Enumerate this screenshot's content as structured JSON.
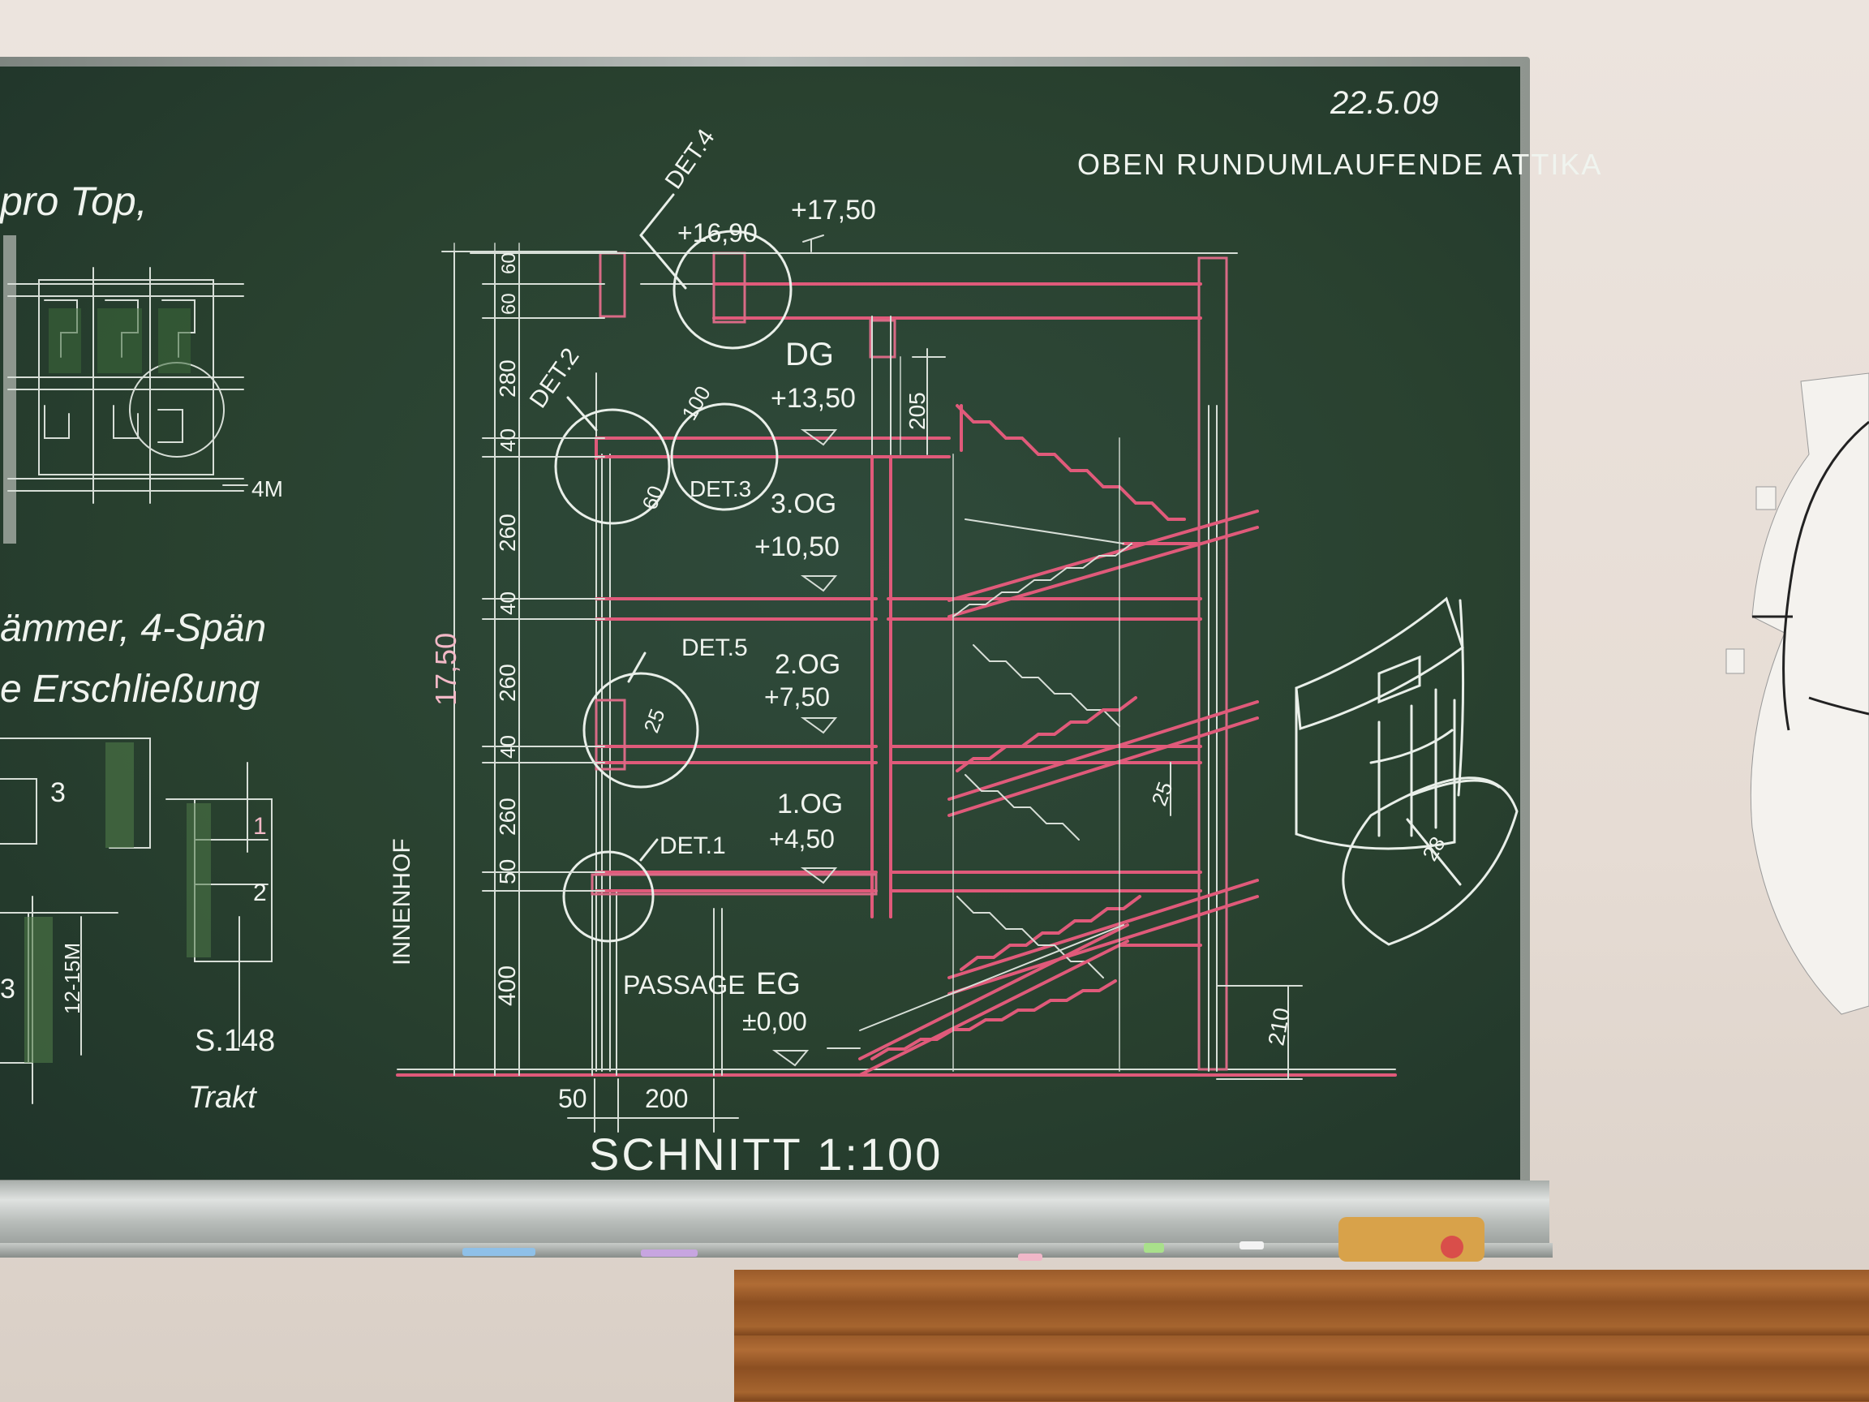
{
  "date": "22.5.09",
  "header_note": "OBEN RUNDUMLAUFENDE ATTIKA",
  "title": "SCHNITT 1:100",
  "left_notes": {
    "line1": "pro Top,",
    "line2": "ämmer, 4-Spän",
    "line3": "e Erschließung",
    "page_ref": "S.148",
    "trakt": "Trakt",
    "scale_4m": "4M",
    "range": "12-15M",
    "room3a": "3",
    "room3b": "3",
    "room1": "1",
    "room2": "2"
  },
  "levels": {
    "top": "+17,50",
    "attic": "+16,90",
    "dg": "DG",
    "dg_level": "+13,50",
    "og3": "3.OG",
    "og3_level": "+10,50",
    "og2": "2.OG",
    "og2_level": "+7,50",
    "og1": "1.OG",
    "og1_level": "+4,50",
    "eg": "EG",
    "eg_level": "±0,00"
  },
  "details": {
    "det1": "DET.1",
    "det2": "DET.2",
    "det3": "DET.3",
    "det4": "DET.4",
    "det5": "DET.5"
  },
  "dimensions": {
    "total": "17,50",
    "d400": "400",
    "d50": "50",
    "d260a": "260",
    "d40a": "40",
    "d260b": "260",
    "d40b": "40",
    "d260c": "260",
    "d40c": "40",
    "d280": "280",
    "d60a": "60",
    "d60b": "60",
    "d205": "205",
    "d100": "100",
    "d60c": "60",
    "d25a": "25",
    "d25b": "25",
    "d210": "210",
    "d28": "28",
    "b50": "50",
    "b200": "200"
  },
  "labels": {
    "innenhof": "INNENHOF",
    "passage": "PASSAGE"
  }
}
